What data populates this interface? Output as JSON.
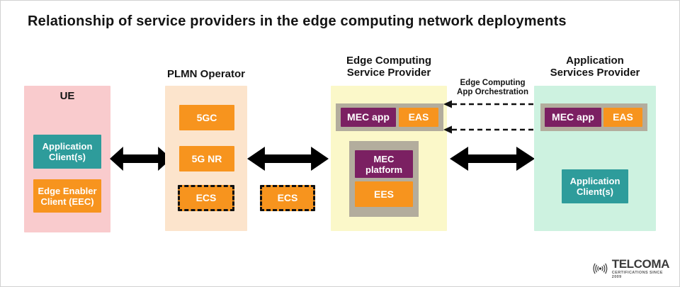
{
  "title": "Relationship of service providers in the edge computing network deployments",
  "colors": {
    "ue_zone": "#f9cbcd",
    "plmn_zone": "#fce4cc",
    "ecsp_zone": "#fbf8c9",
    "asp_zone": "#cdf2e0",
    "node_orange": "#f7941e",
    "node_teal": "#2e9c9b",
    "node_purple": "#7b2062",
    "container_gray": "#b3ad9d",
    "arrow_black": "#000000"
  },
  "ue": {
    "label": "UE",
    "app_client": "Application Client(s)",
    "eec": "Edge Enabler Client (EEC)"
  },
  "plmn": {
    "label": "PLMN Operator",
    "five_gc": "5GC",
    "five_g_nr": "5G NR",
    "ecs": "ECS"
  },
  "interconnect": {
    "ecs": "ECS"
  },
  "ecsp": {
    "label": "Edge Computing\nService Provider",
    "mec_app": "MEC app",
    "eas": "EAS",
    "mec_platform": "MEC platform",
    "ees": "EES"
  },
  "orchestration": {
    "label": "Edge Computing\nApp Orchestration"
  },
  "asp": {
    "label": "Application\nServices Provider",
    "mec_app": "MEC app",
    "eas": "EAS",
    "app_client": "Application Client(s)"
  },
  "logo": {
    "name": "TELCOMA",
    "tagline": "CERTIFICATIONS SINCE 2009"
  }
}
